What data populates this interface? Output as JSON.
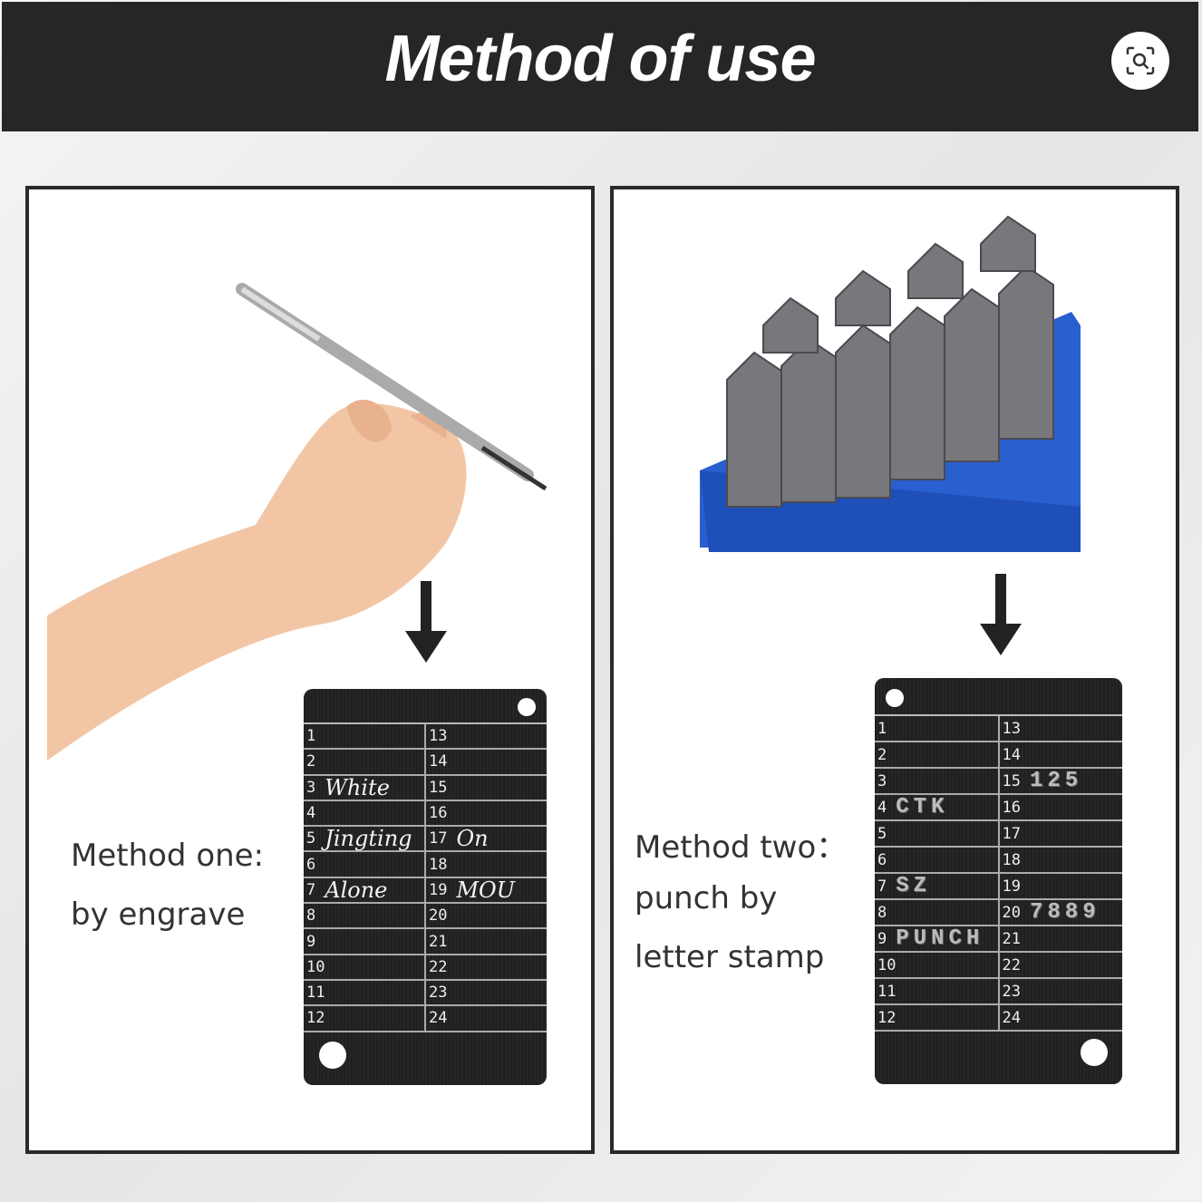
{
  "header": {
    "title": "Method of use",
    "visual_search_icon": "visual-search-icon"
  },
  "left": {
    "line1": "Method one:",
    "line2": "by engrave",
    "rows": [
      [
        "1",
        ""
      ],
      [
        "2",
        ""
      ],
      [
        "3",
        "White"
      ],
      [
        "4",
        ""
      ],
      [
        "5",
        "Jingting"
      ],
      [
        "6",
        ""
      ],
      [
        "7",
        "Alone"
      ],
      [
        "8",
        ""
      ],
      [
        "9",
        ""
      ],
      [
        "10",
        ""
      ],
      [
        "11",
        ""
      ],
      [
        "12",
        ""
      ]
    ],
    "rows_right": [
      [
        "13",
        ""
      ],
      [
        "14",
        ""
      ],
      [
        "15",
        ""
      ],
      [
        "16",
        ""
      ],
      [
        "17",
        "On"
      ],
      [
        "18",
        ""
      ],
      [
        "19",
        "MOU"
      ],
      [
        "20",
        ""
      ],
      [
        "21",
        ""
      ],
      [
        "22",
        ""
      ],
      [
        "23",
        ""
      ],
      [
        "24",
        ""
      ]
    ]
  },
  "right": {
    "line1": "Method two：",
    "line2": "punch by",
    "line3": "letter stamp",
    "rows": [
      [
        "1",
        ""
      ],
      [
        "2",
        ""
      ],
      [
        "3",
        ""
      ],
      [
        "4",
        "CTK"
      ],
      [
        "5",
        ""
      ],
      [
        "6",
        ""
      ],
      [
        "7",
        "SZ"
      ],
      [
        "8",
        ""
      ],
      [
        "9",
        "PUNCH"
      ],
      [
        "10",
        ""
      ],
      [
        "11",
        ""
      ],
      [
        "12",
        ""
      ]
    ],
    "rows_right": [
      [
        "13",
        ""
      ],
      [
        "14",
        ""
      ],
      [
        "15",
        "125"
      ],
      [
        "16",
        ""
      ],
      [
        "17",
        ""
      ],
      [
        "18",
        ""
      ],
      [
        "19",
        ""
      ],
      [
        "20",
        "7889"
      ],
      [
        "21",
        ""
      ],
      [
        "22",
        ""
      ],
      [
        "23",
        ""
      ],
      [
        "24",
        ""
      ]
    ]
  },
  "colors": {
    "header": "#262626",
    "box": "#2a5fd0",
    "tag": "#1e1e1e"
  }
}
